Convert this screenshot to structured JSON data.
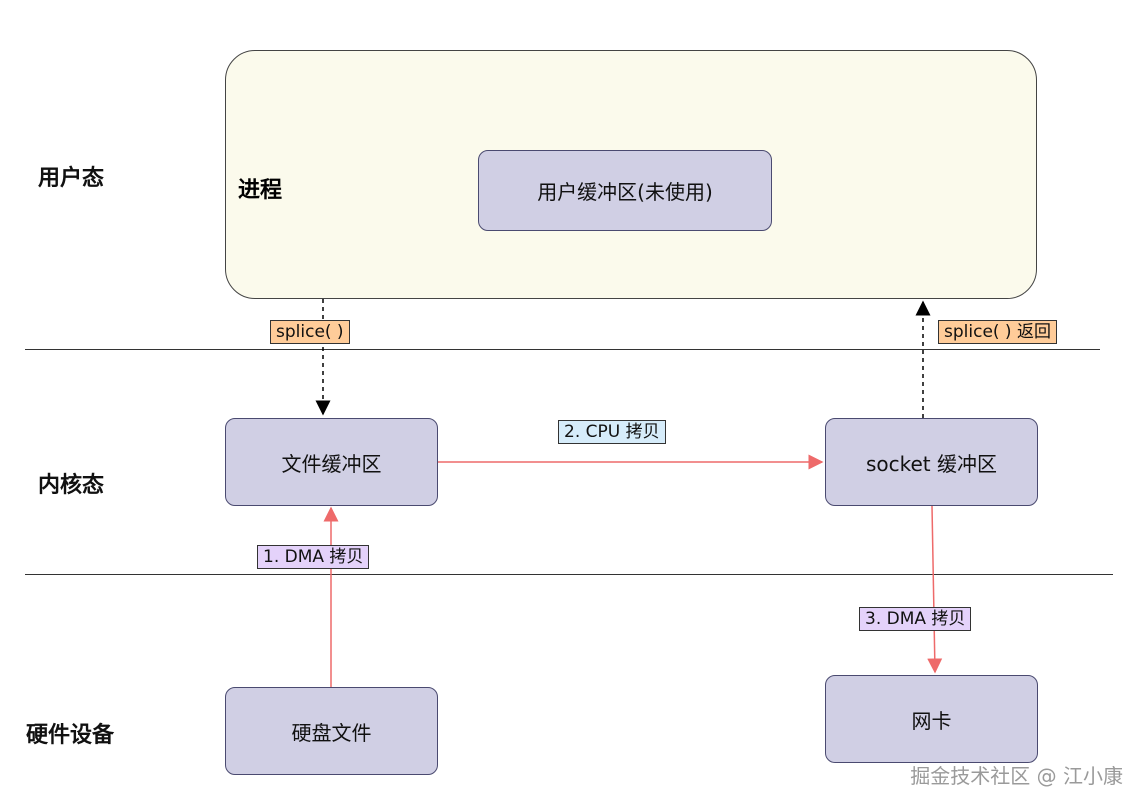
{
  "layers": {
    "user": "用户态",
    "kernel": "内核态",
    "hardware": "硬件设备"
  },
  "process": {
    "label": "进程",
    "user_buffer": "用户缓冲区(未使用)"
  },
  "nodes": {
    "file_buffer": "文件缓冲区",
    "socket_buffer": "socket 缓冲区",
    "disk_file": "硬盘文件",
    "nic": "网卡"
  },
  "labels": {
    "splice_call": "splice( )",
    "splice_return": "splice( ) 返回",
    "cpu_copy": "2. CPU 拷贝",
    "dma_copy_1": "1. DMA 拷贝",
    "dma_copy_3": "3. DMA 拷贝"
  },
  "colors": {
    "cpu_dma_arrow": "#ee6a6a",
    "syscall_arrow": "#000000",
    "node_fill": "#d0cfe4",
    "process_fill": "#fbfaec"
  },
  "watermark": "掘金技术社区 @ 江小康"
}
